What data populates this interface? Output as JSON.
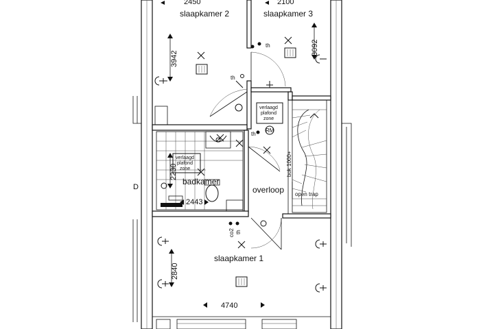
{
  "rooms": {
    "bedroom2": "slaapkamer 2",
    "bedroom3": "slaapkamer 3",
    "bathroom": "badkamer",
    "landing": "overloop",
    "bedroom1": "slaapkamer 1"
  },
  "dimensions": {
    "top_left": "2450",
    "top_right": "2100",
    "bedroom2_depth": "3942",
    "bedroom3_depth": "3092",
    "bath_depth": "2230",
    "bath_width": "2443",
    "bedroom1_depth": "2840",
    "bedroom1_width": "4740"
  },
  "notes": {
    "lowered_ceiling_1": [
      "verlaagd",
      "plafond",
      "zone"
    ],
    "lowered_ceiling_2": [
      "verlaagd",
      "plafond",
      "zone"
    ],
    "rm": "RM",
    "thermostat": "th",
    "co2": "co2",
    "stair_beam": "bok 1000+",
    "open_stair": "open trap",
    "letter_d": "D"
  }
}
